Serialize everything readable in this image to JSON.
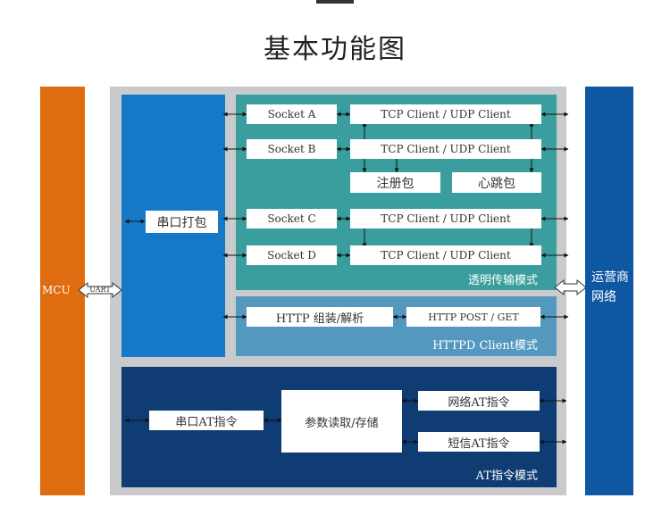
{
  "title": "基本功能图",
  "mcu": {
    "label": "MCU",
    "interface_label": "UART"
  },
  "network": {
    "label": "运营商网络"
  },
  "serial_pack": "串口打包",
  "transparent": {
    "mode_label": "透明传输模式",
    "sockets": [
      "Socket A",
      "Socket B",
      "Socket C",
      "Socket D"
    ],
    "client_label": "TCP Client / UDP Client",
    "register_packet": "注册包",
    "heartbeat_packet": "心跳包"
  },
  "httpd": {
    "mode_label": "HTTPD Client模式",
    "assemble": "HTTP 组装/解析",
    "post_get": "HTTP POST / GET"
  },
  "at_mode": {
    "mode_label": "AT指令模式",
    "serial_at": "串口AT指令",
    "param": "参数读取/存储",
    "network_at": "网络AT指令",
    "sms_at": "短信AT指令"
  },
  "colors": {
    "mcu": "#e06c10",
    "network": "#0d57a3",
    "serial_pack_column": "#1679c7",
    "transparent_mode": "#3b9e9e",
    "httpd_mode": "#5498bf",
    "at_mode": "#0e3c73"
  }
}
